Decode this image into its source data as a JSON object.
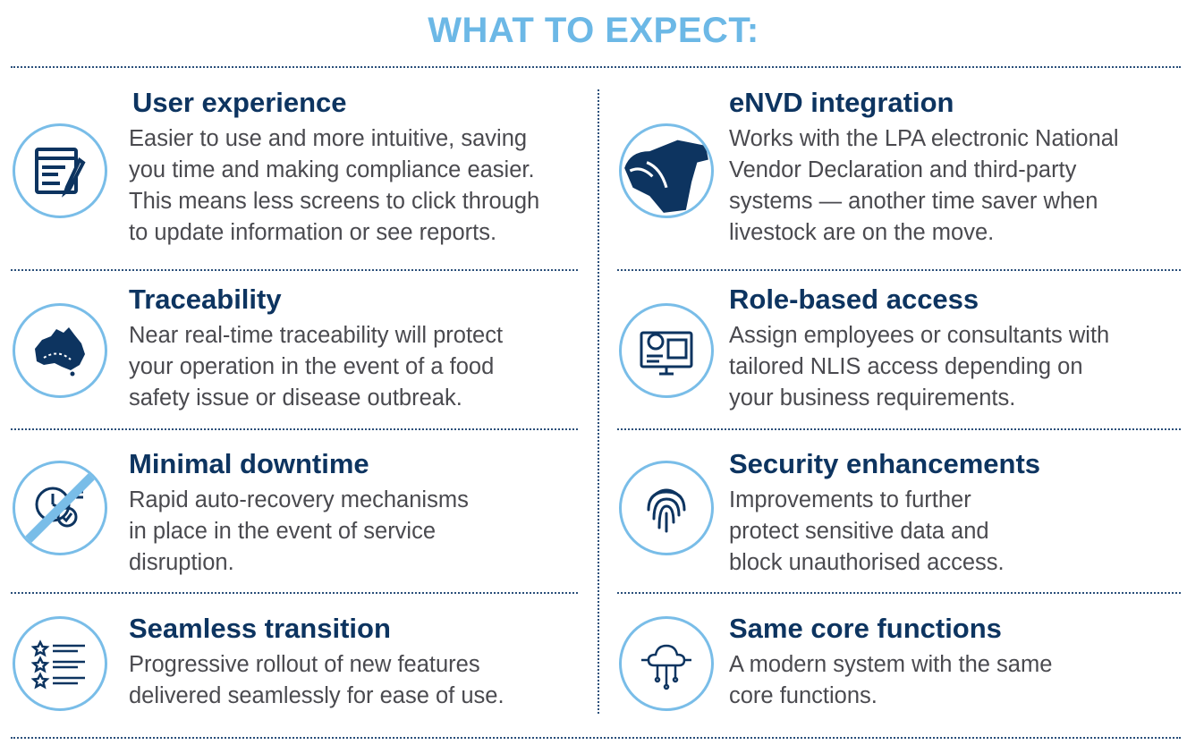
{
  "title": "WHAT TO EXPECT:",
  "left": [
    {
      "heading": "User experience",
      "body": "Easier to use and more intuitive, saving\nyou time and making compliance easier.\nThis means less screens to click through\nto update information or see reports.",
      "icon": "form-edit-icon"
    },
    {
      "heading": "Traceability",
      "body": "Near real-time traceability will protect\nyour operation in the event of a food\nsafety issue or disease outbreak.",
      "icon": "australia-map-icon"
    },
    {
      "heading": "Minimal downtime",
      "body": "Rapid auto-recovery mechanisms\nin place in the event of service\ndisruption.",
      "icon": "no-downtime-clock-icon"
    },
    {
      "heading": "Seamless transition",
      "body": "Progressive rollout of new features\ndelivered seamlessly for ease of use.",
      "icon": "star-list-icon"
    }
  ],
  "right": [
    {
      "heading": "eNVD integration",
      "body": "Works with the LPA electronic National\nVendor Declaration and third-party\nsystems — another time saver when\nlivestock are on the move.",
      "icon": "livestock-icon"
    },
    {
      "heading": "Role-based access",
      "body": "Assign employees or consultants with\ntailored NLIS access depending on\nyour business requirements.",
      "icon": "user-dashboard-icon"
    },
    {
      "heading": "Security enhancements",
      "body": "Improvements to further\nprotect sensitive data and\nblock unauthorised access.",
      "icon": "fingerprint-icon"
    },
    {
      "heading": "Same core functions",
      "body": "A modern system with the same\ncore functions.",
      "icon": "cloud-network-icon"
    }
  ],
  "colors": {
    "title": "#6cb8e6",
    "heading": "#0d3460",
    "body": "#4a4a4f",
    "ring": "#79bde8"
  }
}
